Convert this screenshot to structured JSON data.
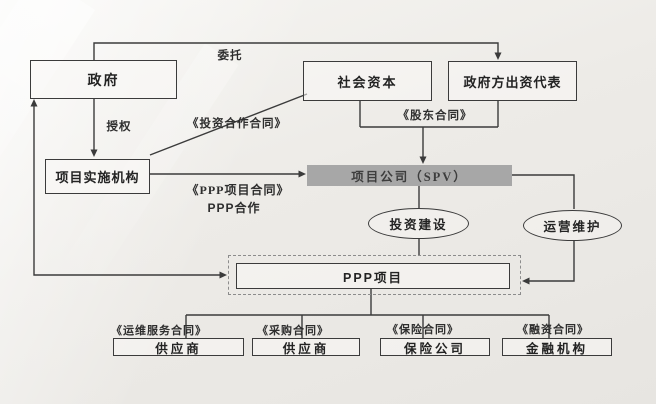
{
  "nodes": {
    "government": {
      "label": "政府"
    },
    "social_capital": {
      "label": "社会资本"
    },
    "gov_representative": {
      "label": "政府方出资代表"
    },
    "implementation_agency": {
      "label": "项目实施机构"
    },
    "spv": {
      "label": "项目公司（SPV）"
    },
    "investment_construction": {
      "label": "投资建设"
    },
    "operation_maintenance": {
      "label": "运营维护"
    },
    "ppp_project": {
      "label": "PPP项目"
    },
    "supplier_om": {
      "label": "供应商"
    },
    "supplier_procurement": {
      "label": "供应商"
    },
    "insurance_company": {
      "label": "保险公司"
    },
    "financial_institution": {
      "label": "金融机构"
    }
  },
  "edges": {
    "entrust": {
      "label": "委托"
    },
    "authorize": {
      "label": "授权"
    },
    "investment_cooperation_contract": {
      "label": "《投资合作合同》"
    },
    "shareholder_contract": {
      "label": "《股东合同》"
    },
    "ppp_project_contract": {
      "label": "《PPP项目合同》"
    },
    "ppp_cooperation": {
      "label": "PPP合作"
    },
    "om_service_contract": {
      "label": "《运维服务合同》"
    },
    "procurement_contract": {
      "label": "《采购合同》"
    },
    "insurance_contract": {
      "label": "《保险合同》"
    },
    "financing_contract": {
      "label": "《融资合同》"
    }
  },
  "colors": {
    "line": "#3b3b3b",
    "spv_fill": "#a7a7a7",
    "background": "#ebe9e5"
  }
}
